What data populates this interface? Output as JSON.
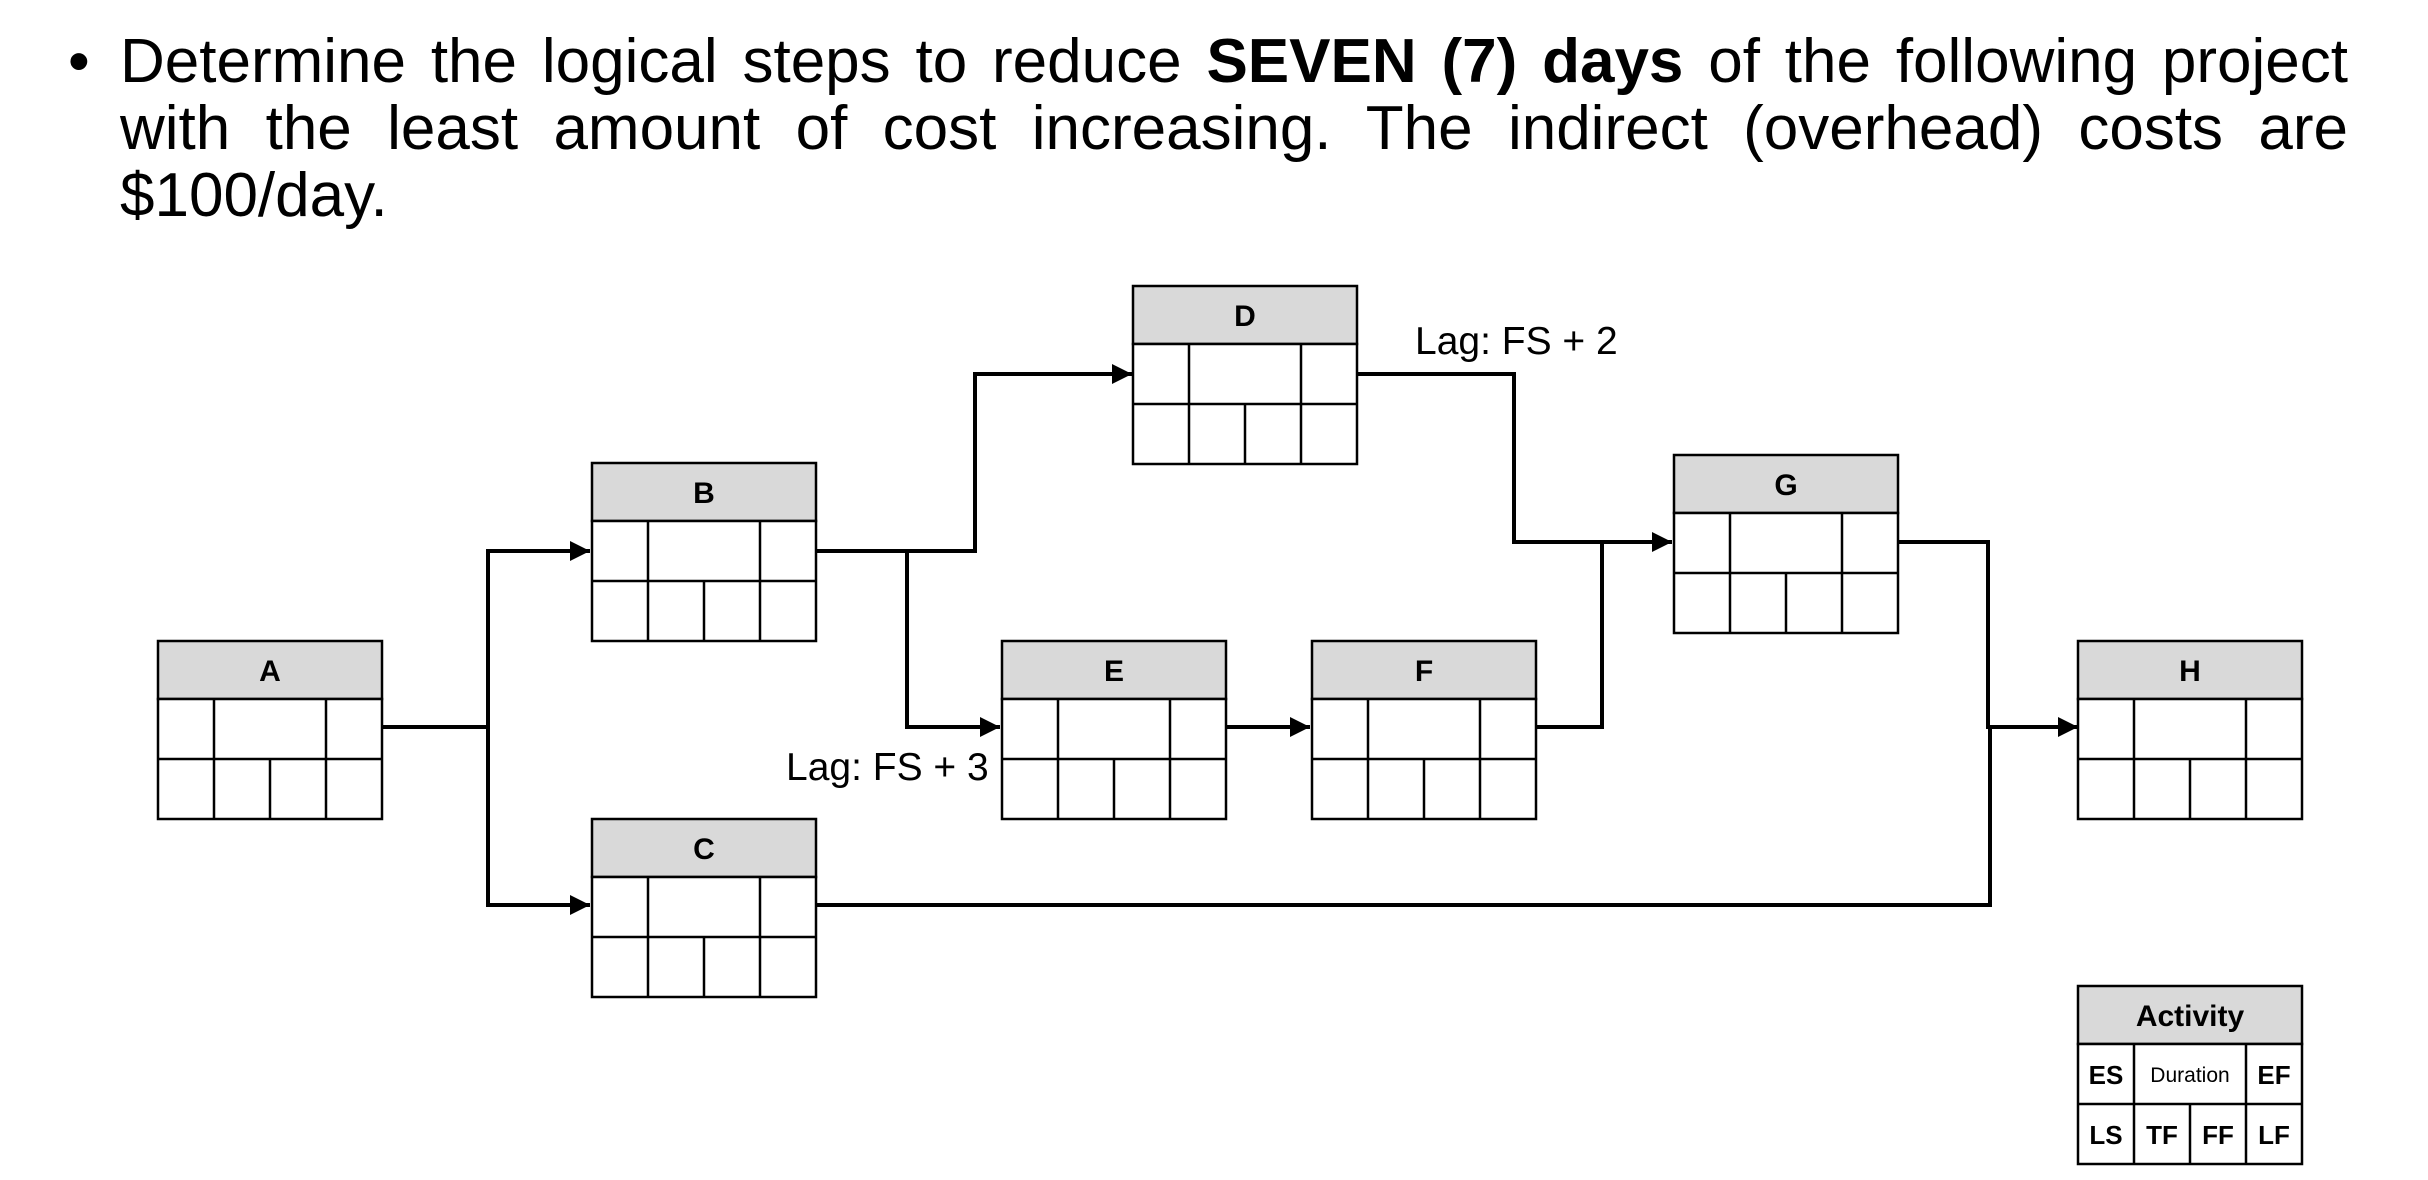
{
  "question": {
    "bullet": "•",
    "text_before": "Determine the logical steps to reduce ",
    "text_bold": "SEVEN (7) days",
    "text_after": " of the following project with the least amount of cost increasing. The indirect (overhead) costs are $100/day."
  },
  "activities": [
    {
      "id": "A",
      "label": "A"
    },
    {
      "id": "B",
      "label": "B"
    },
    {
      "id": "C",
      "label": "C"
    },
    {
      "id": "D",
      "label": "D"
    },
    {
      "id": "E",
      "label": "E"
    },
    {
      "id": "F",
      "label": "F"
    },
    {
      "id": "G",
      "label": "G"
    },
    {
      "id": "H",
      "label": "H"
    }
  ],
  "dependencies": [
    {
      "from": "A",
      "to": "B",
      "lag": ""
    },
    {
      "from": "A",
      "to": "C",
      "lag": ""
    },
    {
      "from": "B",
      "to": "D",
      "lag": ""
    },
    {
      "from": "B",
      "to": "E",
      "lag": "Lag: FS + 3"
    },
    {
      "from": "E",
      "to": "F",
      "lag": ""
    },
    {
      "from": "D",
      "to": "G",
      "lag": "Lag: FS + 2"
    },
    {
      "from": "F",
      "to": "G",
      "lag": ""
    },
    {
      "from": "G",
      "to": "H",
      "lag": ""
    },
    {
      "from": "C",
      "to": "H",
      "lag": ""
    }
  ],
  "legend": {
    "title": "Activity",
    "es": "ES",
    "duration": "Duration",
    "ef": "EF",
    "ls": "LS",
    "tf": "TF",
    "ff": "FF",
    "lf": "LF"
  }
}
